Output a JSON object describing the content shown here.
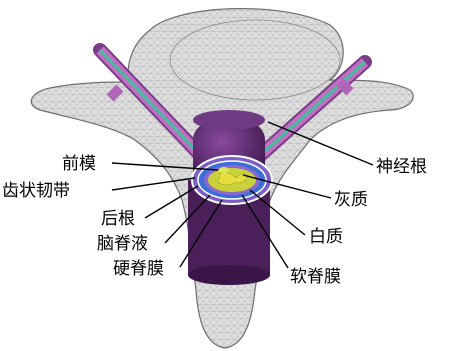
{
  "labels": {
    "anterior_membrane": "前模",
    "denticulate_ligament": "齿状韧带",
    "posterior_root": "后根",
    "csf": "脑脊液",
    "dura_mater": "硬脊膜",
    "nerve_root": "神经根",
    "gray_matter": "灰质",
    "white_matter": "白质",
    "pia_mater": "软脊膜"
  },
  "colors": {
    "bone": "#dcdcdc",
    "bone_mesh": "#9a9a9a",
    "cord_outer": "#5b2a6b",
    "dura_ring": "#7b5fc9",
    "csf_ring": "#3a6fd8",
    "white_matter": "#c9d23a",
    "gray_matter": "#e8de3c",
    "nerve_stripe_1": "#c070c0",
    "nerve_stripe_2": "#3fbf9f"
  }
}
